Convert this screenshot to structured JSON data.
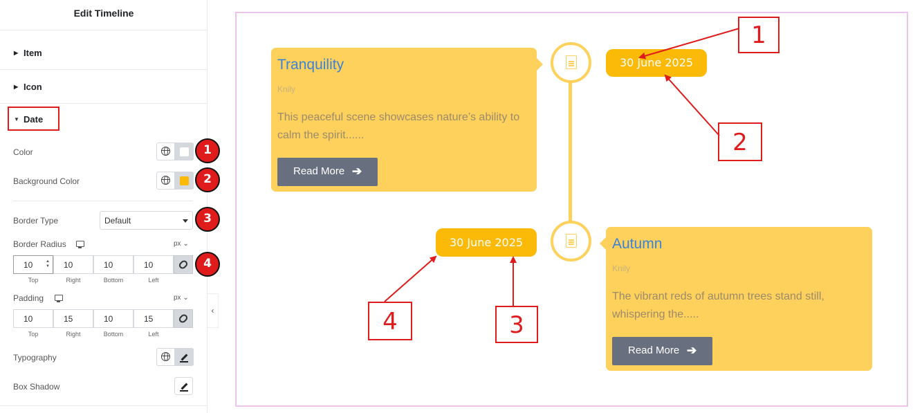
{
  "panel": {
    "title": "Edit Timeline",
    "sections": [
      {
        "label": "Item"
      },
      {
        "label": "Icon"
      }
    ],
    "active_section": "Date",
    "controls": {
      "color_label": "Color",
      "color_value": "#ffffff",
      "bg_color_label": "Background Color",
      "bg_color_value": "#fbb908",
      "border_type_label": "Border Type",
      "border_type_value": "Default",
      "border_radius_label": "Border Radius",
      "border_radius_unit": "px ⌄",
      "border_radius": {
        "top": "10",
        "right": "10",
        "bottom": "10",
        "left": "10"
      },
      "padding_label": "Padding",
      "padding_unit": "px ⌄",
      "padding": {
        "top": "10",
        "right": "15",
        "bottom": "10",
        "left": "15"
      },
      "dim_labels": [
        "Top",
        "Right",
        "Bottom",
        "Left"
      ],
      "typography_label": "Typography",
      "box_shadow_label": "Box Shadow"
    },
    "badges": [
      "1",
      "2",
      "3",
      "4"
    ],
    "collapse_glyph": "‹"
  },
  "timeline": {
    "items": [
      {
        "title": "Tranquility",
        "meta": "Knily",
        "text": "This peaceful scene showcases nature’s ability to calm the spirit......",
        "button": "Read More",
        "date": "30 June 2025"
      },
      {
        "title": "Autumn",
        "meta": "Knily",
        "text": "The vibrant reds of autumn trees stand still, whispering the.....",
        "button": "Read More",
        "date": "30 June 2025"
      }
    ],
    "button_arrow": "➔",
    "accent_color": "#fdd15c",
    "date_color": "#fbb908"
  },
  "annotations": [
    "1",
    "2",
    "3",
    "4"
  ]
}
